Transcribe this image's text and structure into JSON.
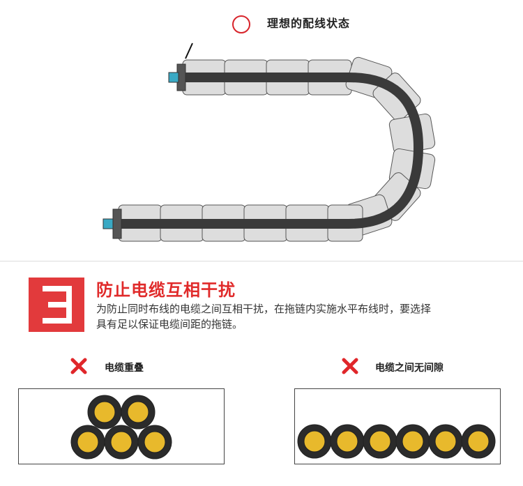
{
  "ideal": {
    "title": "理想的配线状态"
  },
  "section": {
    "number": "3",
    "heading": "防止电缆互相干扰",
    "description_line1": "为防止同时布线的电缆之间互相干扰，在拖链内实施水平布线时，要选择",
    "description_line2": "具有足以保证电缆间距的拖链。"
  },
  "cases": [
    {
      "label": "电缆重叠",
      "mark": "cross-icon"
    },
    {
      "label": "电缆之间无间隙",
      "mark": "cross-icon"
    }
  ],
  "colors": {
    "accent_red": "#e23a3c",
    "cable_core": "#e8b92c",
    "cable_jacket": "#2b2b2b",
    "chain_link": "#dcdcdc"
  }
}
